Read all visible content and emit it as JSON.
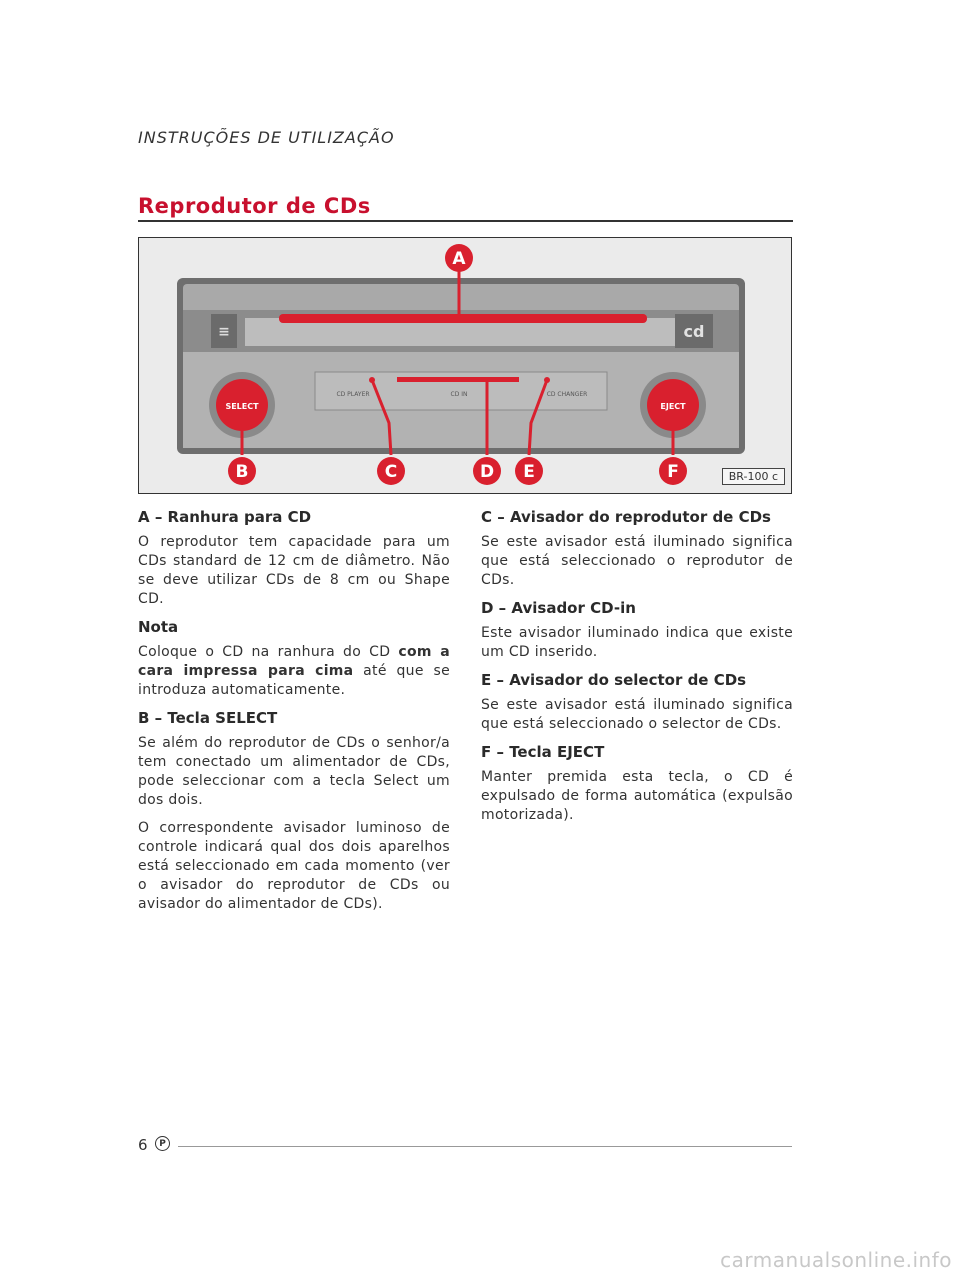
{
  "header": {
    "title": "INSTRUÇÕES DE UTILIZAÇÃO"
  },
  "section": {
    "title": "Reprodutor de CDs"
  },
  "figure": {
    "code": "BR-100 c",
    "labels": {
      "a": "A",
      "b": "B",
      "c": "C",
      "d": "D",
      "e": "E",
      "f": "F"
    },
    "device_text": {
      "cd_logo": "cd",
      "select": "SELECT",
      "eject": "EJECT",
      "cd_player": "CD PLAYER",
      "cd_in": "CD IN",
      "cd_changer": "CD CHANGER"
    },
    "colors": {
      "accent": "#d9202e",
      "faceplate": "#a9a9a9",
      "frame": "#6e6e6e"
    }
  },
  "left_column": {
    "a_heading": "A – Ranhura para CD",
    "a_text": "O reprodutor tem capacidade para um CDs standard de 12 cm de diâmetro. Não se deve utilizar CDs de 8 cm ou Shape CD.",
    "note_heading": "Nota",
    "note_pre": "Coloque o CD na ranhura do CD ",
    "note_bold": "com a cara impressa para cima",
    "note_post": " até que se introduza automaticamente.",
    "b_heading": "B – Tecla SELECT",
    "b_text1": "Se além do reprodutor de CDs o senhor/a tem conectado um alimentador de CDs, pode seleccionar com a tecla Select um dos dois.",
    "b_text2": "O correspondente avisador luminoso de controle indicará qual dos dois aparelhos está seleccionado em cada momento (ver o avisador do reprodutor de CDs ou avisador do alimentador de CDs)."
  },
  "right_column": {
    "c_heading": "C – Avisador do reprodutor de CDs",
    "c_text": "Se este avisador está iluminado significa que está seleccionado o reprodutor de CDs.",
    "d_heading": "D – Avisador CD-in",
    "d_text": "Este avisador iluminado indica que existe um CD inserido.",
    "e_heading": "E – Avisador do selector de CDs",
    "e_text": "Se este avisador está iluminado significa que está seleccionado o selector de CDs.",
    "f_heading": "F – Tecla EJECT",
    "f_text": "Manter premida esta tecla, o CD é expulsado de forma automática (expulsão motorizada)."
  },
  "footer": {
    "page_number": "6",
    "badge": "P"
  },
  "watermark": "carmanualsonline.info"
}
